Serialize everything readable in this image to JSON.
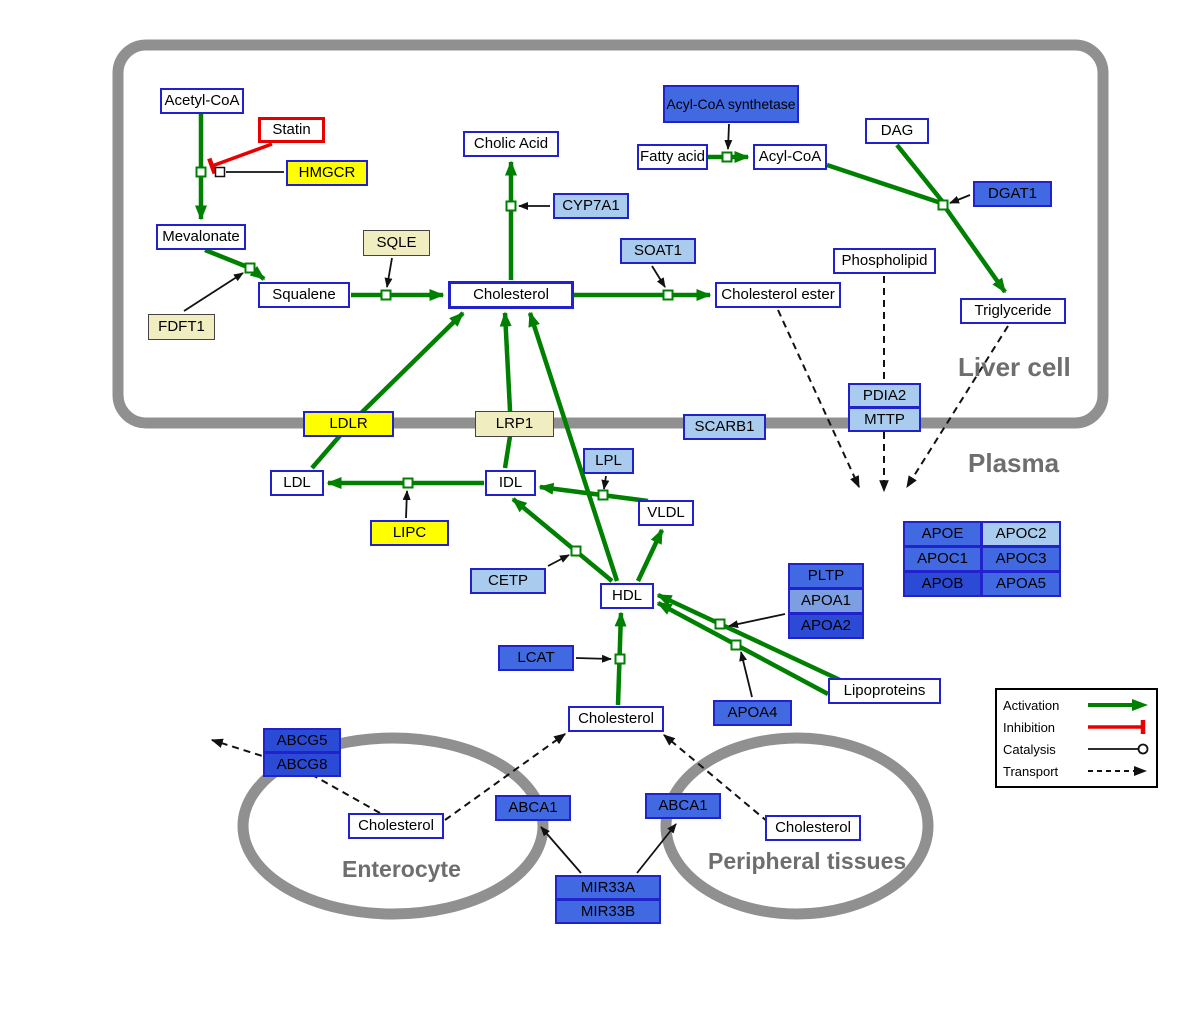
{
  "compartments": {
    "liver_cell": "Liver cell",
    "plasma": "Plasma",
    "enterocyte": "Enterocyte",
    "peripheral_tissues": "Peripheral tissues"
  },
  "metabolites": {
    "acetyl_coa": "Acetyl-CoA",
    "mevalonate": "Mevalonate",
    "squalene": "Squalene",
    "cholesterol_liver": "Cholesterol",
    "cholic_acid": "Cholic Acid",
    "cholesterol_ester": "Cholesterol ester",
    "fatty_acid": "Fatty acid",
    "acyl_coa": "Acyl-CoA",
    "dag": "DAG",
    "phospholipid": "Phospholipid",
    "triglyceride": "Triglyceride",
    "ldl": "LDL",
    "idl": "IDL",
    "vldl": "VLDL",
    "hdl": "HDL",
    "cholesterol_plasma": "Cholesterol",
    "cholesterol_enterocyte": "Cholesterol",
    "cholesterol_peripheral": "Cholesterol",
    "lipoproteins": "Lipoproteins"
  },
  "drugs": {
    "statin": "Statin"
  },
  "genes": {
    "hmgcr": "HMGCR",
    "sqle": "SQLE",
    "fdft1": "FDFT1",
    "cyp7a1": "CYP7A1",
    "soat1": "SOAT1",
    "acyl_coa_synthetase": "Acyl-CoA synthetase",
    "dgat1": "DGAT1",
    "ldlr": "LDLR",
    "lrp1": "LRP1",
    "scarb1": "SCARB1",
    "pdia2": "PDIA2",
    "mttp": "MTTP",
    "lpl": "LPL",
    "lipc": "LIPC",
    "cetp": "CETP",
    "lcat": "LCAT",
    "pltp": "PLTP",
    "apoa1": "APOA1",
    "apoa2": "APOA2",
    "apoa4": "APOA4",
    "apoe": "APOE",
    "apoc2": "APOC2",
    "apoc1": "APOC1",
    "apoc3": "APOC3",
    "apob": "APOB",
    "apoa5": "APOA5",
    "abcg5": "ABCG5",
    "abcg8": "ABCG8",
    "abca1_enterocyte": "ABCA1",
    "abca1_peripheral": "ABCA1",
    "mir33a": "MIR33A",
    "mir33b": "MIR33B"
  },
  "legend": {
    "activation": "Activation",
    "inhibition": "Inhibition",
    "catalysis": "Catalysis",
    "transport": "Transport"
  },
  "colors": {
    "activation_green": "#008000",
    "inhibition_red": "#E80000",
    "membrane_gray": "#909090",
    "gene_blue": "#4169E1",
    "gene_dark_blue": "#2B4BD7",
    "gene_light_blue": "#A9CCEE",
    "gene_yellow": "#FFFF00",
    "gene_pale_yellow": "#F0EDC0",
    "node_border_blue": "#2222CC"
  }
}
